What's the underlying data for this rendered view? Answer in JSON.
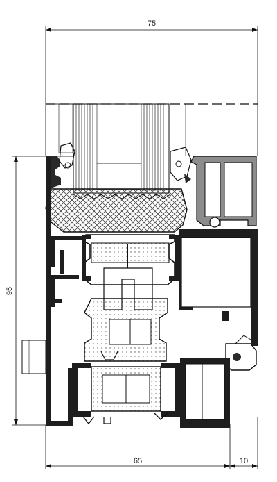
{
  "dimensions": {
    "top_width": "75",
    "left_height": "95",
    "bottom_main": "65",
    "bottom_offset": "10"
  },
  "colors": {
    "line": "#111111",
    "profile_dark": "#2a2a2a",
    "profile_mid": "#8c8c8c",
    "hatch": "#444444",
    "paper": "#ffffff"
  }
}
